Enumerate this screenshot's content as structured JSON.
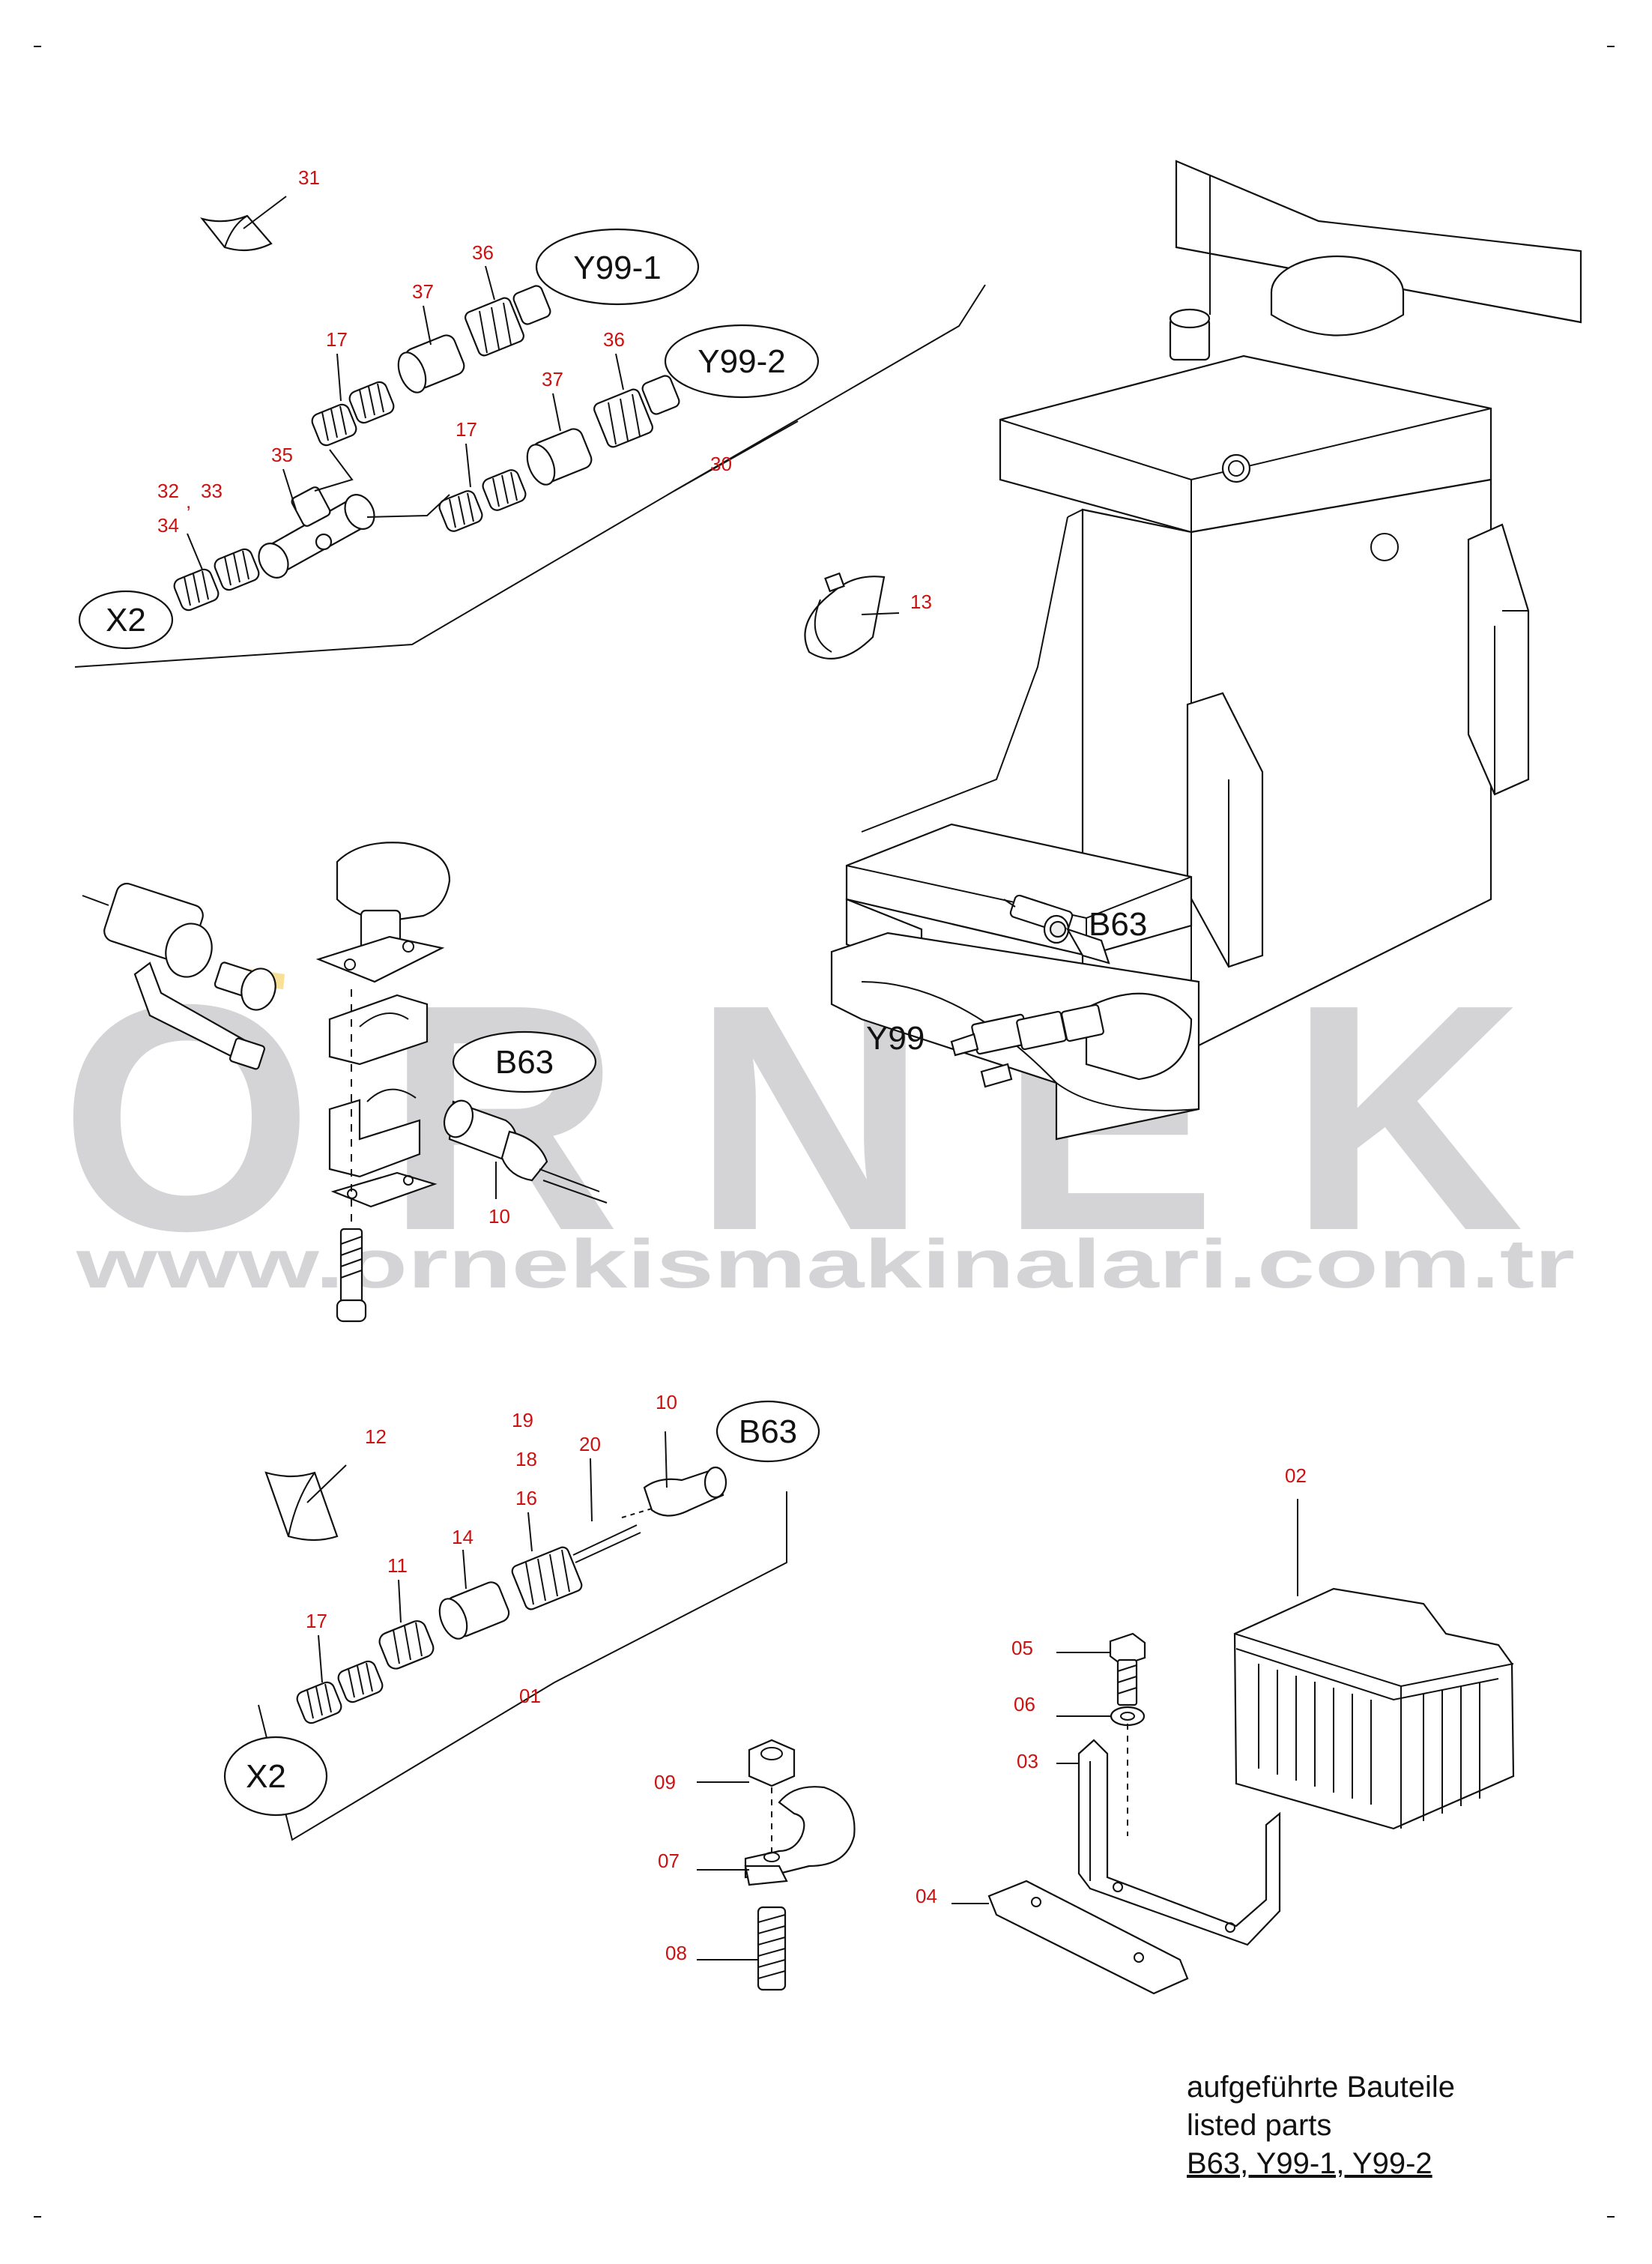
{
  "watermark": {
    "logo": "ORNEK",
    "url": "www.ornekismakinalari.com.tr"
  },
  "callouts": {
    "n31": "31",
    "n36a": "36",
    "n37a": "37",
    "n17a": "17",
    "n36b": "36",
    "n37b": "37",
    "n17b": "17",
    "n35": "35",
    "n30": "30",
    "n32": "32",
    "n33": "33",
    "n34": "34",
    "comma": ",",
    "n13": "13",
    "n10a": "10",
    "n19": "19",
    "n18": "18",
    "n20": "20",
    "n10b": "10",
    "n12": "12",
    "n16": "16",
    "n14": "14",
    "n11": "11",
    "n17c": "17",
    "n01": "01",
    "n02": "02",
    "n05": "05",
    "n06": "06",
    "n03": "03",
    "n09": "09",
    "n07": "07",
    "n04": "04",
    "n08": "08"
  },
  "labels": {
    "y99_1": "Y99-1",
    "y99_2": "Y99-2",
    "x2_top": "X2",
    "b63_machine": "B63",
    "y99_machine": "Y99",
    "b63_mid": "B63",
    "b63_bottom": "B63",
    "x2_bottom": "X2"
  },
  "footer": {
    "line1": "aufgeführte Bauteile",
    "line2": "listed parts",
    "line3": "B63, Y99-1, Y99-2"
  },
  "colors": {
    "callout_red": "#cc1111",
    "line_black": "#111111",
    "watermark_grey": "#d4d4d7",
    "highlight_yellow": "#f5d36b"
  }
}
